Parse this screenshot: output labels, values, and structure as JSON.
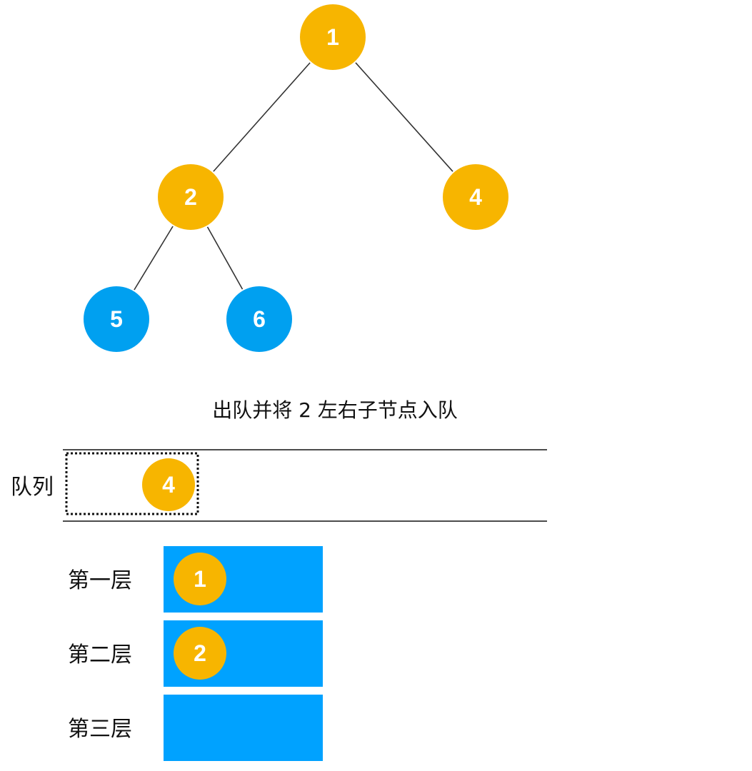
{
  "colors": {
    "visited": "#f7b500",
    "pending": "#00a0f0",
    "level_box": "#00a2ff",
    "edge": "#333333",
    "text": "#111111",
    "node_text": "#ffffff"
  },
  "tree": {
    "nodes": [
      {
        "id": "1",
        "label": "1",
        "state": "visited"
      },
      {
        "id": "2",
        "label": "2",
        "state": "visited"
      },
      {
        "id": "4",
        "label": "4",
        "state": "visited"
      },
      {
        "id": "5",
        "label": "5",
        "state": "pending"
      },
      {
        "id": "6",
        "label": "6",
        "state": "pending"
      }
    ],
    "edges": [
      {
        "from": "1",
        "to": "2"
      },
      {
        "from": "1",
        "to": "4"
      },
      {
        "from": "2",
        "to": "5"
      },
      {
        "from": "2",
        "to": "6"
      }
    ]
  },
  "caption": "出队并将 2 左右子节点入队",
  "queue": {
    "label": "队列",
    "items": [
      "4"
    ]
  },
  "levels": [
    {
      "label": "第一层",
      "items": [
        "1"
      ]
    },
    {
      "label": "第二层",
      "items": [
        "2"
      ]
    },
    {
      "label": "第三层",
      "items": []
    }
  ]
}
